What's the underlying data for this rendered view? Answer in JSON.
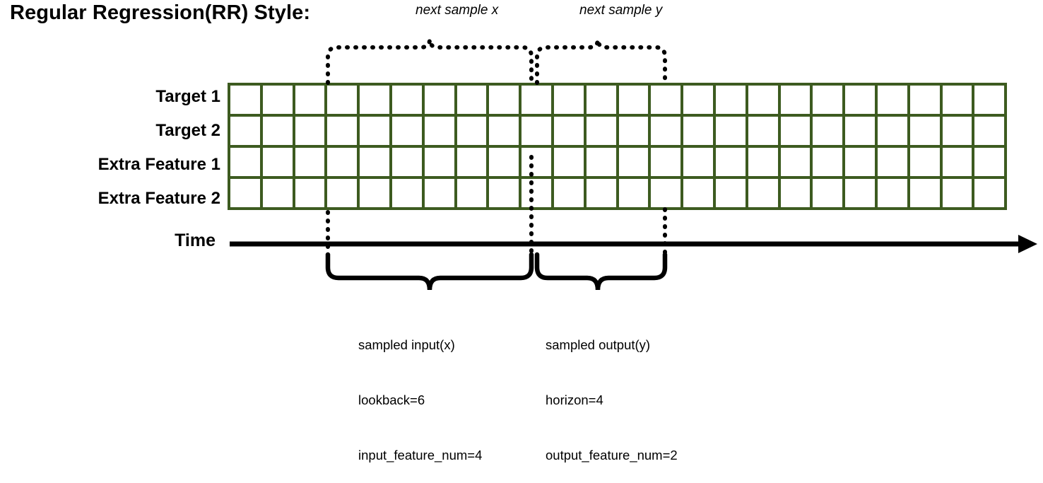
{
  "title": "Regular Regression(RR) Style:",
  "annotations": {
    "next_sample_x": "next sample x",
    "next_sample_y": "next sample y"
  },
  "rows": [
    {
      "label": "Target 1",
      "key": "target-1"
    },
    {
      "label": "Target 2",
      "key": "target-2"
    },
    {
      "label": "Extra Feature 1",
      "key": "extra-feature-1"
    },
    {
      "label": "Extra Feature 2",
      "key": "extra-feature-2"
    }
  ],
  "axis": {
    "time_label": "Time"
  },
  "captions": {
    "input": {
      "title": "sampled input(x)",
      "line2": "lookback=6",
      "line3": "input_feature_num=4"
    },
    "output": {
      "title": "sampled output(y)",
      "line2": "horizon=4",
      "line3": "output_feature_num=2"
    }
  },
  "colors": {
    "grid_border": "#3d5b20",
    "target1": "#6fa84f",
    "target1_faded": "#c5e0b4",
    "target2": "#fcc200",
    "target2_faded": "#ffe699",
    "extra1": "#2e75b6",
    "extra2": "#c55a11",
    "empty": "#ffffff"
  },
  "grid": {
    "columns": 24,
    "lookback_start_col": 3,
    "lookback": 6,
    "horizon": 4,
    "cells": [
      [
        "e",
        "e",
        "e",
        "g",
        "g",
        "g",
        "g",
        "g",
        "g",
        "gl",
        "gl",
        "gl",
        "gl",
        "e",
        "e",
        "e",
        "e",
        "e",
        "e",
        "e",
        "e",
        "e",
        "e",
        "e"
      ],
      [
        "e",
        "e",
        "e",
        "y",
        "y",
        "y",
        "y",
        "y",
        "y",
        "yl",
        "yl",
        "yl",
        "yl",
        "e",
        "e",
        "e",
        "e",
        "e",
        "e",
        "e",
        "e",
        "e",
        "e",
        "e"
      ],
      [
        "e",
        "e",
        "e",
        "b",
        "b",
        "b",
        "b",
        "b",
        "b",
        "e",
        "e",
        "e",
        "e",
        "e",
        "e",
        "e",
        "e",
        "e",
        "e",
        "e",
        "e",
        "e",
        "e",
        "e"
      ],
      [
        "e",
        "e",
        "e",
        "o",
        "o",
        "o",
        "o",
        "o",
        "o",
        "e",
        "e",
        "e",
        "e",
        "e",
        "e",
        "e",
        "e",
        "e",
        "e",
        "e",
        "e",
        "e",
        "e",
        "e"
      ]
    ]
  }
}
